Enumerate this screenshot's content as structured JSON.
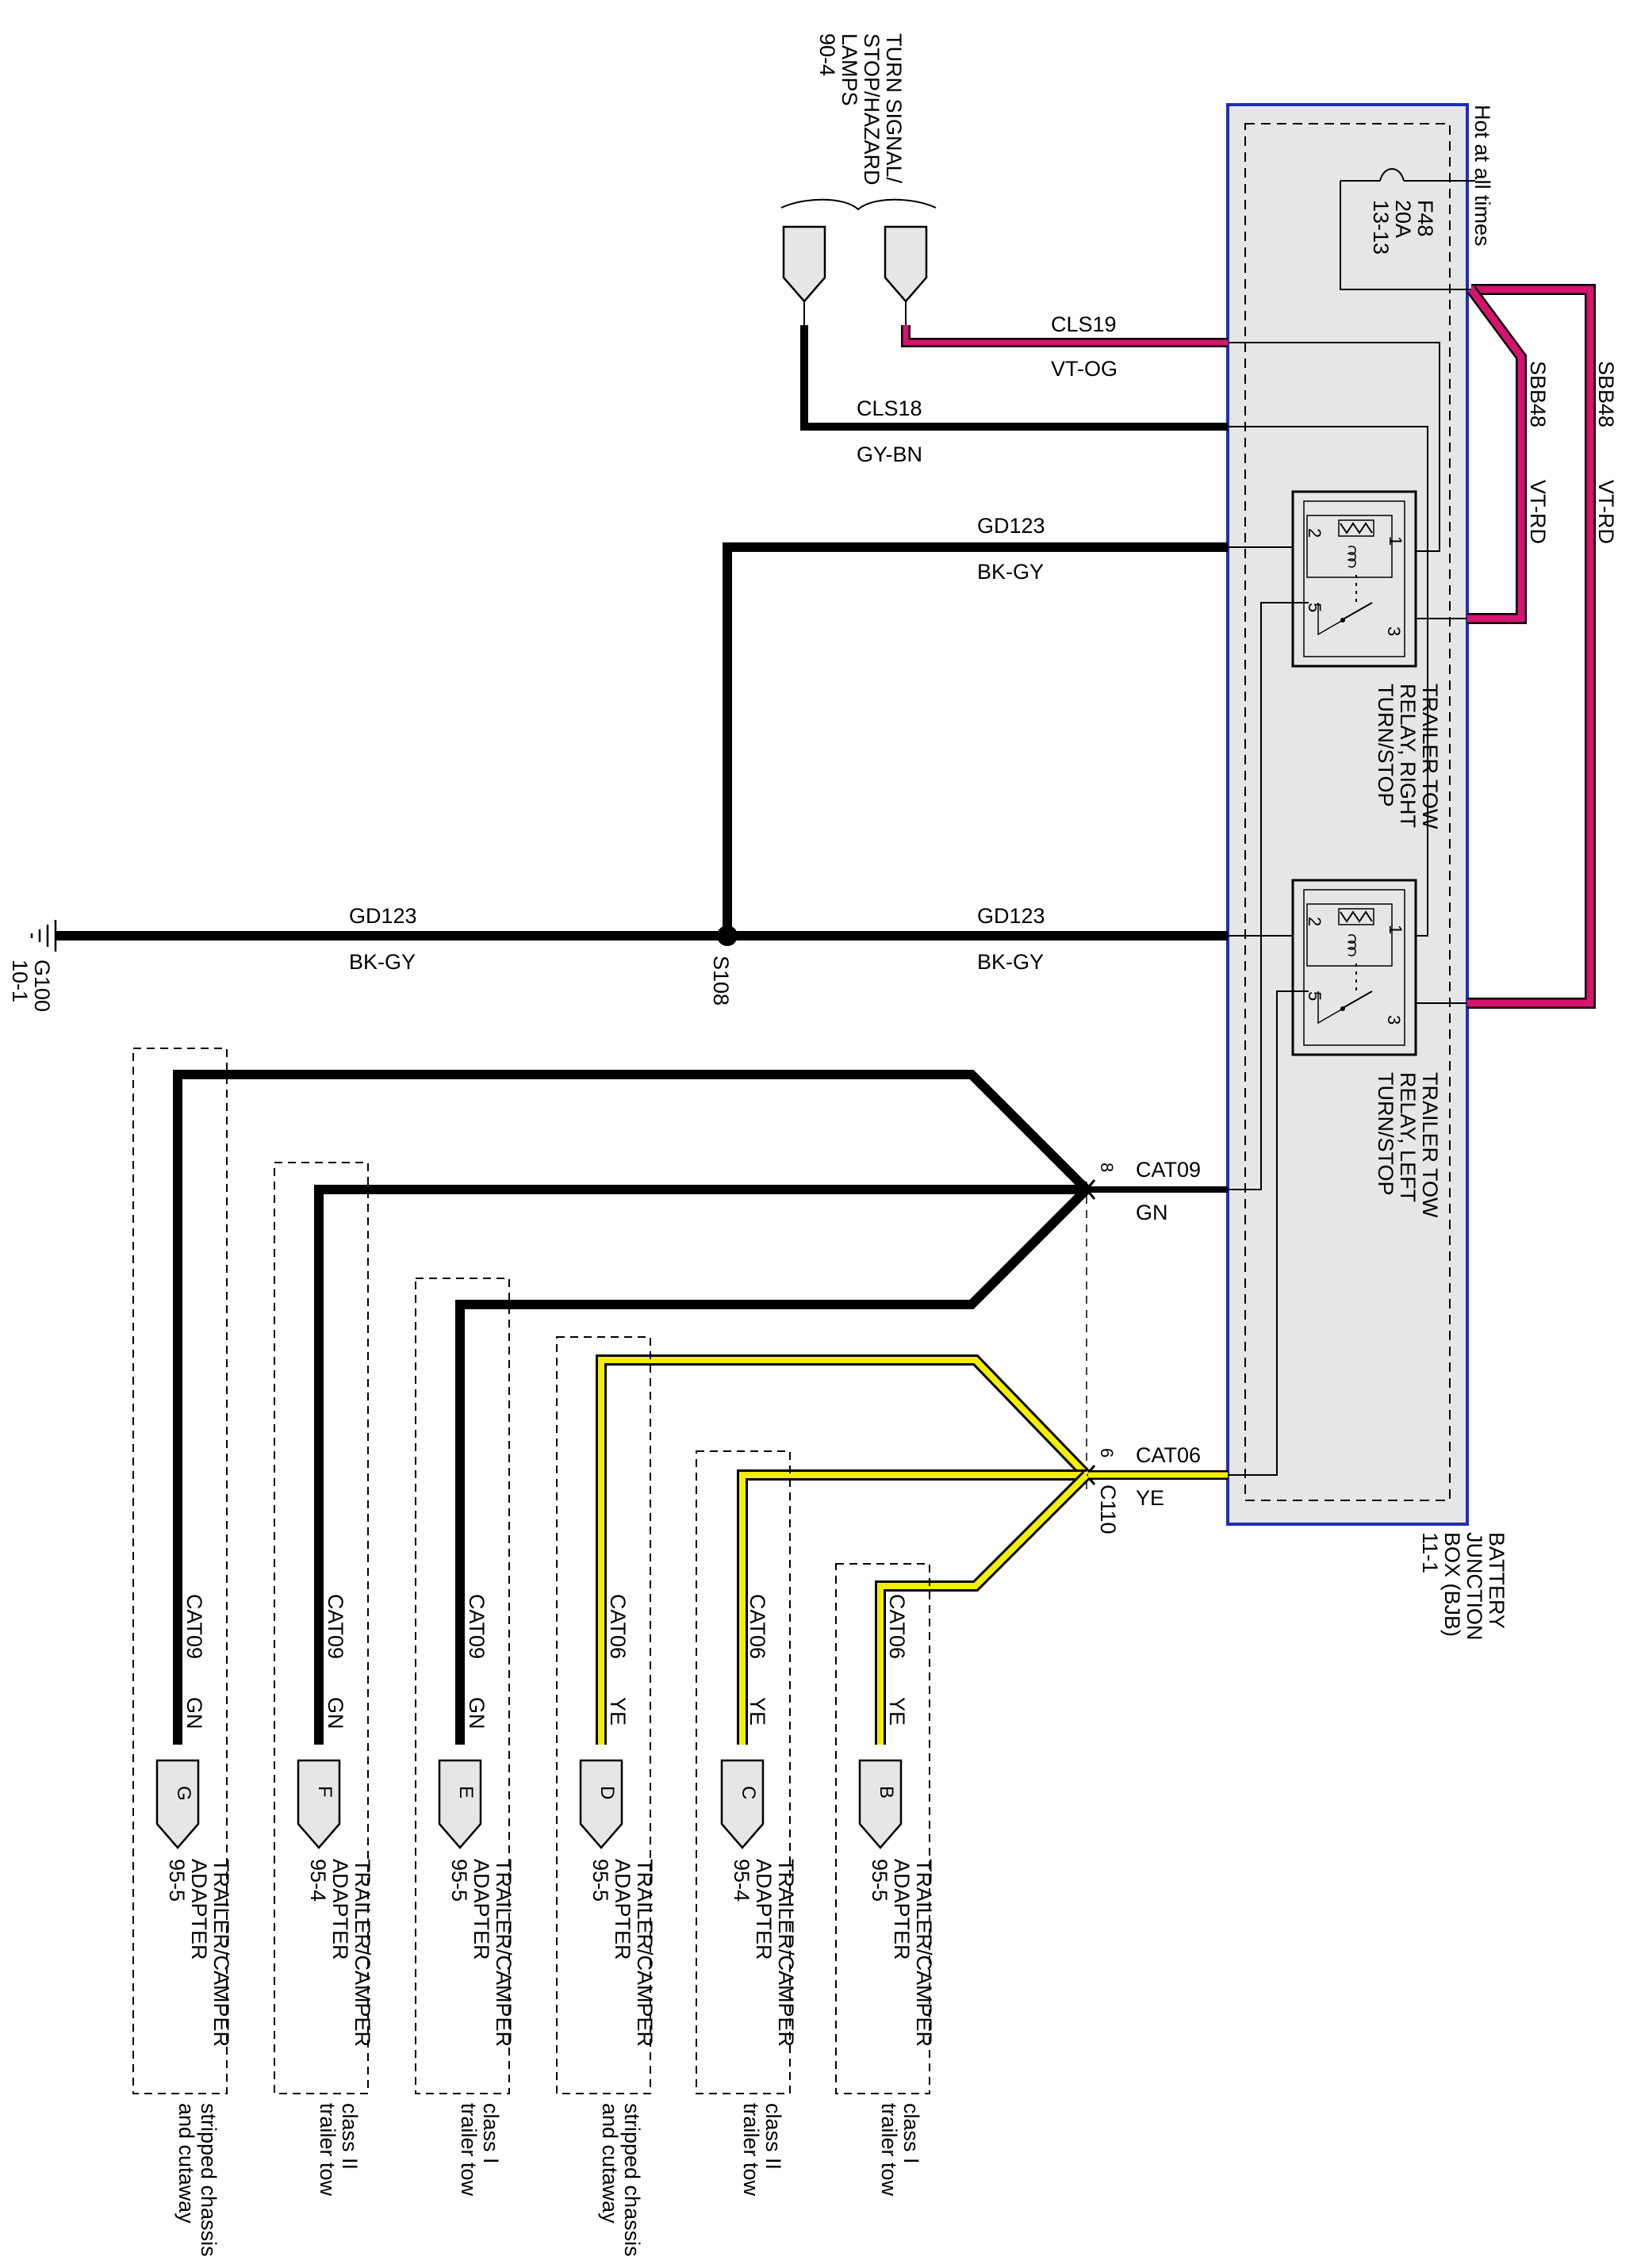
{
  "colors": {
    "black_wire": "#000000",
    "violet_orange": "#d6136e",
    "violet_red": "#d6136e",
    "yellow": "#f3ef00",
    "bjb_fill": "#e6e6e6",
    "bjb_border": "#1f2fb6"
  },
  "top_connector": {
    "title_lines": [
      "TURN SIGNAL/",
      "STOP/HAZARD",
      "LAMPS",
      "90-4"
    ]
  },
  "bjb": {
    "title_lines": [
      "BATTERY",
      "JUNCTION",
      "BOX (BJB)",
      "11-1"
    ],
    "hot": "Hot at all times",
    "fuse_lines": [
      "F48",
      "20A",
      "13-13"
    ]
  },
  "relays": {
    "right": {
      "lines": [
        "TRAILER TOW",
        "RELAY, RIGHT",
        "TURN/STOP"
      ],
      "pins": [
        "1",
        "2",
        "3",
        "5"
      ]
    },
    "left": {
      "lines": [
        "TRAILER TOW",
        "RELAY, LEFT",
        "TURN/STOP"
      ],
      "pins": [
        "1",
        "2",
        "3",
        "5"
      ]
    }
  },
  "wires": {
    "sbb48_outer": {
      "circuit": "SBB48",
      "color": "VT-RD"
    },
    "sbb48_inner": {
      "circuit": "SBB48",
      "color": "VT-RD"
    },
    "cls19": {
      "circuit": "CLS19",
      "color": "VT-OG"
    },
    "cls18": {
      "circuit": "CLS18",
      "color": "GY-BN"
    },
    "gd123_top": {
      "circuit": "GD123",
      "color": "BK-GY"
    },
    "gd123_right": {
      "circuit": "GD123",
      "color": "BK-GY"
    },
    "gd123_left": {
      "circuit": "GD123",
      "color": "BK-GY"
    },
    "cat09": {
      "circuit": "CAT09",
      "color": "GN",
      "pin": "8"
    },
    "cat06": {
      "circuit": "CAT06",
      "color": "YE",
      "pin": "6"
    }
  },
  "splice": {
    "id": "S108"
  },
  "ground": {
    "id": "G100",
    "ref": "10-1"
  },
  "connector_c110": {
    "id": "C110"
  },
  "adapters": [
    {
      "letter": "G",
      "circuit": "CAT09",
      "color": "GN",
      "lines": [
        "TRAILER/CAMPER",
        "ADAPTER",
        "95-5"
      ],
      "note": [
        "stripped chassis",
        "and cutaway"
      ]
    },
    {
      "letter": "F",
      "circuit": "CAT09",
      "color": "GN",
      "lines": [
        "TRAILER/CAMPER",
        "ADAPTER",
        "95-4"
      ],
      "note": [
        "class II",
        "trailer tow"
      ]
    },
    {
      "letter": "E",
      "circuit": "CAT09",
      "color": "GN",
      "lines": [
        "TRAILER/CAMPER",
        "ADAPTER",
        "95-5"
      ],
      "note": [
        "class I",
        "trailer tow"
      ]
    },
    {
      "letter": "D",
      "circuit": "CAT06",
      "color": "YE",
      "lines": [
        "TRAILER/CAMPER",
        "ADAPTER",
        "95-5"
      ],
      "note": [
        "stripped chassis",
        "and cutaway"
      ]
    },
    {
      "letter": "C",
      "circuit": "CAT06",
      "color": "YE",
      "lines": [
        "TRAILER/CAMPER",
        "ADAPTER",
        "95-4"
      ],
      "note": [
        "class II",
        "trailer tow"
      ]
    },
    {
      "letter": "B",
      "circuit": "CAT06",
      "color": "YE",
      "lines": [
        "TRAILER/CAMPER",
        "ADAPTER",
        "95-5"
      ],
      "note": [
        "class I",
        "trailer tow"
      ]
    }
  ]
}
